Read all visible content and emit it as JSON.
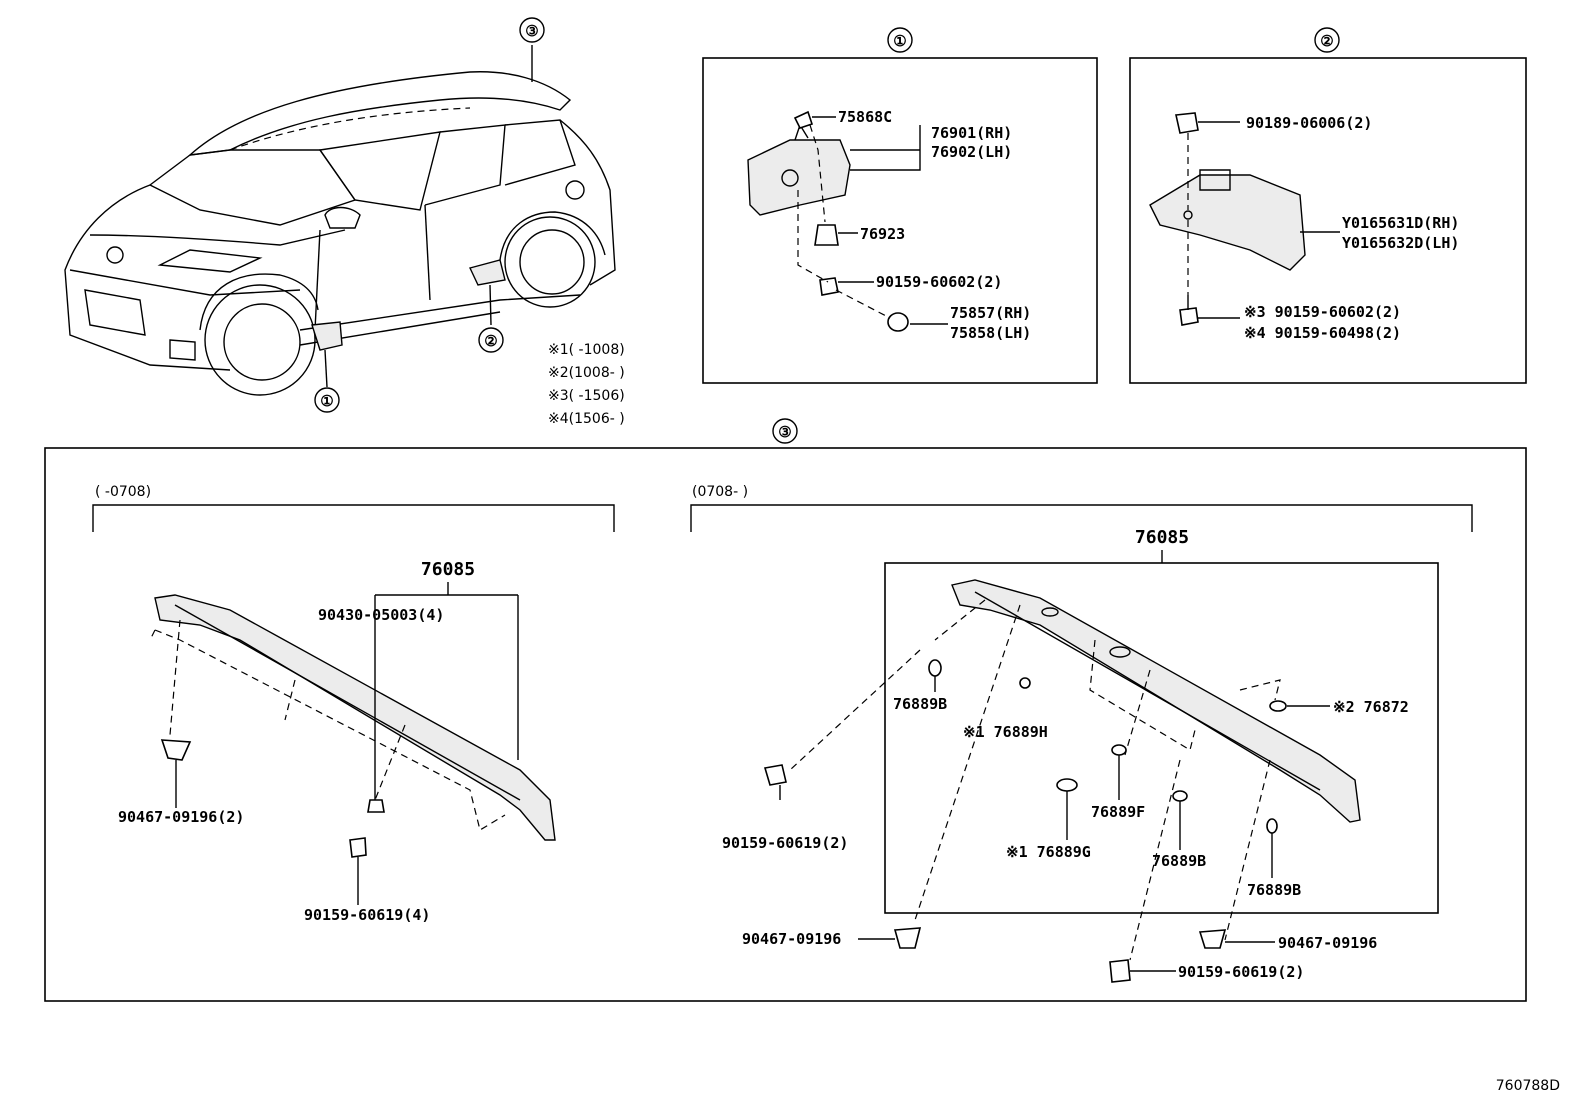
{
  "diagram_code": "760788D",
  "section_markers": {
    "one": "①",
    "two": "②",
    "three": "③"
  },
  "notes": [
    "※1(      -1008)",
    "※2(1008-      )",
    "※3(      -1506)",
    "※4(1506-      )"
  ],
  "section1": {
    "parts": [
      "75868C",
      "76901(RH)",
      "76902(LH)",
      "76923",
      "90159-60602(2)",
      "75857(RH)",
      "75858(LH)"
    ]
  },
  "section2": {
    "parts": [
      "90189-06006(2)",
      "Y0165631D(RH)",
      "Y0165632D(LH)",
      "※3 90159-60602(2)",
      "※4 90159-60498(2)"
    ]
  },
  "section3": {
    "left": {
      "period": "(      -0708)",
      "assembly": "76085",
      "parts": [
        "90430-05003(4)",
        "90467-09196(2)",
        "90159-60619(4)"
      ]
    },
    "right": {
      "period": "(0708-      )",
      "assembly": "76085",
      "parts": [
        "76889B",
        "※1 76889H",
        "※2 76872",
        "76889F",
        "※1 76889G",
        "76889B",
        "76889B",
        "90159-60619(2)",
        "90467-09196",
        "90467-09196",
        "90159-60619(2)"
      ]
    }
  }
}
